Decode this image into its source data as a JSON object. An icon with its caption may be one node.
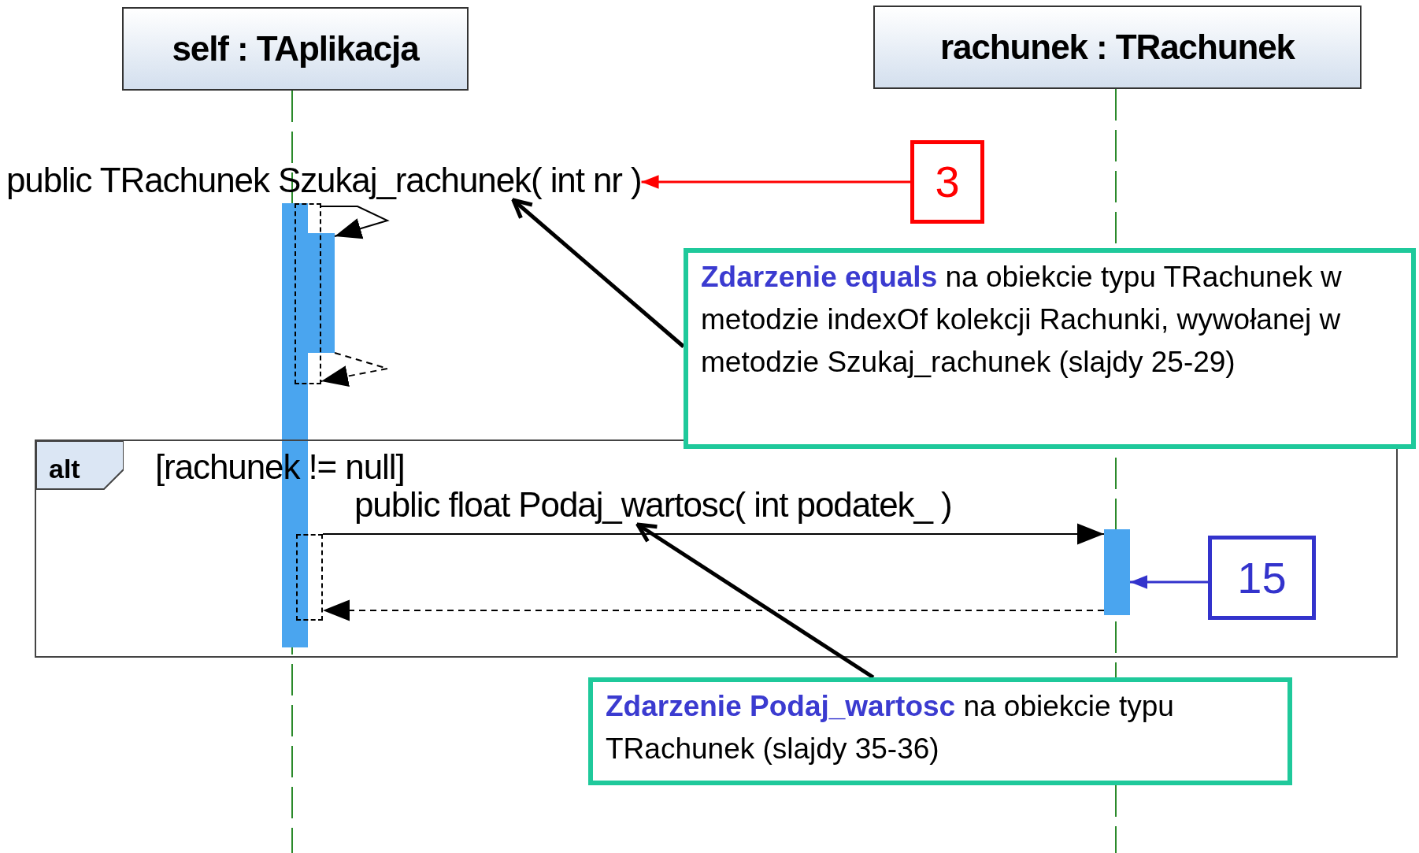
{
  "diagram": {
    "nodes": [
      {
        "text": [
          "self : TAplikacja"
        ]
      },
      {
        "text": [
          "rachunek : TRachunek"
        ]
      },
      {
        "text": [
          "public TRachunek Szukaj_rachunek( int nr )"
        ]
      },
      {
        "text": [
          "3"
        ]
      },
      {
        "text": [],
        "shape": "bar"
      },
      {
        "text": [],
        "shape": "box"
      },
      {
        "text": [],
        "shape": "bar"
      },
      {
        "text": [
          "**Zdarzenie equals** na obiekcie typu TRachunek w metodzie indexOf kolekcji Rachunki, wywołanej w metodzie Szukaj_rachunek (slajdy 25-29)"
        ]
      },
      {
        "text": [
          "alt",
          "[rachunek != null]"
        ]
      },
      {
        "text": [
          "public float Podaj_wartosc( int podatek_ )"
        ],
        "in": 8
      },
      {
        "text": [],
        "shape": "box",
        "in": 8
      },
      {
        "text": [],
        "shape": "bar",
        "in": 8
      },
      {
        "text": [
          "15"
        ],
        "in": 8
      },
      {
        "text": [
          "**Zdarzenie Podaj_wartosc** na obiekcie typu TRachunek (slajdy 35-36)"
        ]
      }
    ],
    "edges": [
      {
        "from": 3,
        "to": 2,
        "arrow": "to",
        "color": "#ff0000"
      },
      {
        "from": 7,
        "to": 2,
        "arrow": "to",
        "style": "thick"
      },
      {
        "from": 5,
        "to": 6,
        "arrow": "to"
      },
      {
        "from": 6,
        "to": 5,
        "arrow": "to",
        "style": "dashed"
      },
      {
        "from": 10,
        "to": 11,
        "arrow": "to"
      },
      {
        "from": 11,
        "to": 10,
        "arrow": "to",
        "style": "dashed"
      },
      {
        "from": 12,
        "to": 11,
        "arrow": "to",
        "color": "#3333cc"
      },
      {
        "from": 13,
        "to": 9,
        "arrow": "to",
        "style": "thick"
      }
    ]
  }
}
